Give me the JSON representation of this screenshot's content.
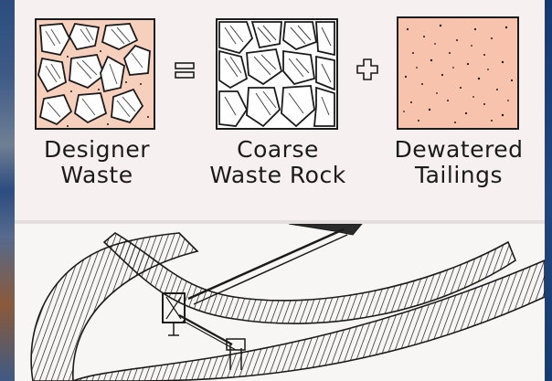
{
  "diagram": {
    "items": [
      {
        "line1": "Designer",
        "line2": "Waste"
      },
      {
        "line1": "Coarse",
        "line2": "Waste Rock"
      },
      {
        "line1": "Dewatered",
        "line2": "Tailings"
      }
    ],
    "equals_sign": "=",
    "plus_sign": "+"
  },
  "colors": {
    "tailings_fill": "#f7c3ad",
    "designer_fill": "#f6cfbd",
    "ink": "#1b1b1b",
    "frame": "#1d3f73"
  }
}
